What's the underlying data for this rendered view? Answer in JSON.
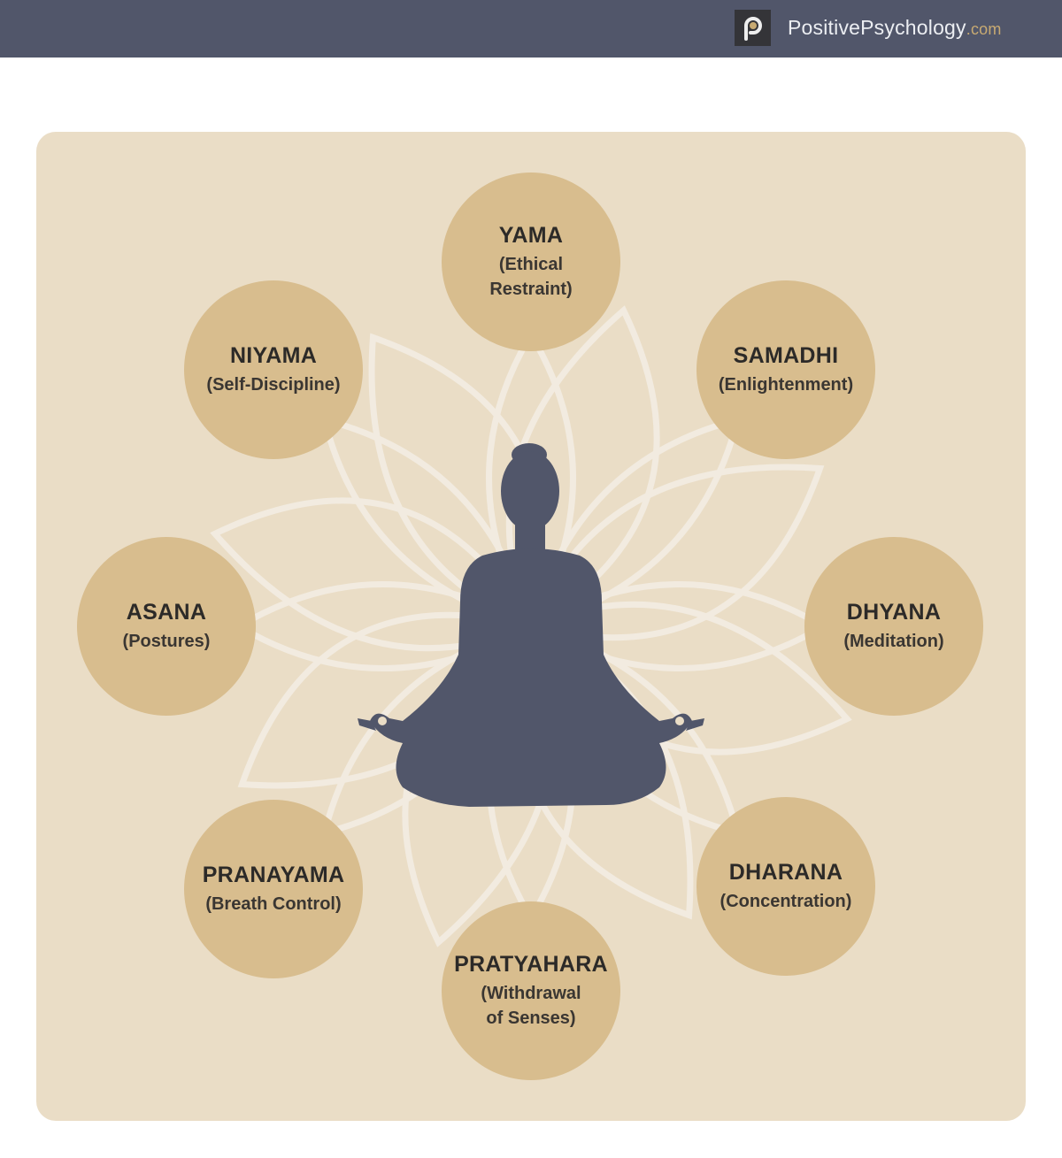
{
  "header": {
    "brand": "PositivePsychology",
    "brand_suffix": ".com",
    "logo_letter": "p",
    "logo_icon": "positivepsychology-logo-icon"
  },
  "colors": {
    "header": "#51566a",
    "panel": "#eaddc6",
    "circle": "#d8bd8e",
    "figure": "#51566a",
    "petal": "#f3ede3"
  },
  "limbs": [
    {
      "title": "YAMA",
      "subtitle": "(Ethical\nRestraint)"
    },
    {
      "title": "SAMADHI",
      "subtitle": "(Enlightenment)"
    },
    {
      "title": "DHYANA",
      "subtitle": "(Meditation)"
    },
    {
      "title": "DHARANA",
      "subtitle": "(Concentration)"
    },
    {
      "title": "PRATYAHARA",
      "subtitle": "(Withdrawal\nof Senses)"
    },
    {
      "title": "PRANAYAMA",
      "subtitle": "(Breath Control)"
    },
    {
      "title": "ASANA",
      "subtitle": "(Postures)"
    },
    {
      "title": "NIYAMA",
      "subtitle": "(Self-Discipline)"
    }
  ]
}
